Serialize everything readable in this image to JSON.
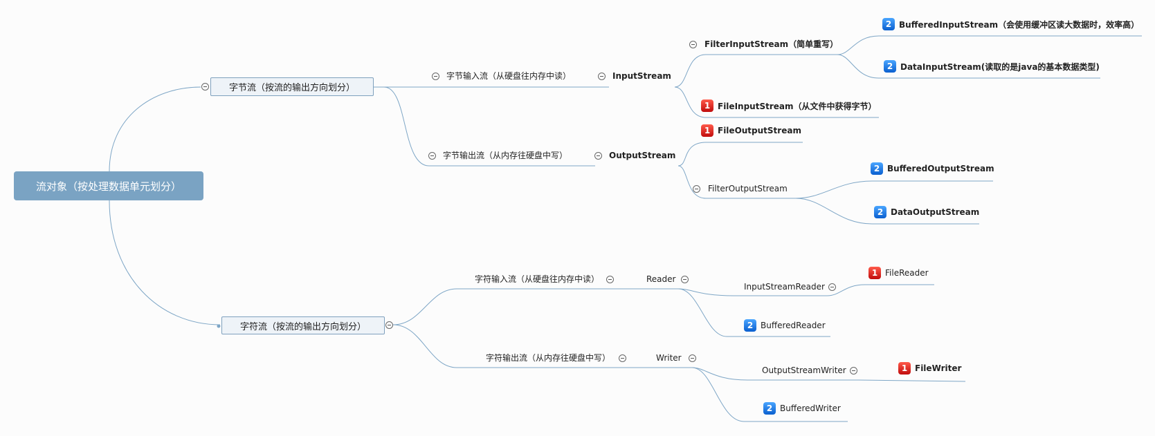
{
  "root": "流对象（按处理数据单元划分）",
  "byte": {
    "label": "字节流（按流的输出方向划分）",
    "input": {
      "label": "字节输入流（从硬盘往内存中读）",
      "class": "InputStream",
      "filter": {
        "label": "FilterInputStream（简单重写）",
        "children": [
          {
            "priority": "2",
            "label": "BufferedInputStream（会使用缓冲区读大数据时，效率高）"
          },
          {
            "priority": "2",
            "label": "DataInputStream(读取的是java的基本数据类型)"
          }
        ]
      },
      "file": {
        "priority": "1",
        "label": "FileInputStream（从文件中获得字节）"
      }
    },
    "output": {
      "label": "字节输出流（从内存往硬盘中写）",
      "class": "OutputStream",
      "file": {
        "priority": "1",
        "label": "FileOutputStream"
      },
      "filter": {
        "label": "FilterOutputStream",
        "children": [
          {
            "priority": "2",
            "label": "BufferedOutputStream"
          },
          {
            "priority": "2",
            "label": "DataOutputStream"
          }
        ]
      }
    }
  },
  "char": {
    "label": "字符流（按流的输出方向划分）",
    "input": {
      "label": "字符输入流（从硬盘往内存中读）",
      "class": "Reader",
      "bridge": {
        "label": "InputStreamReader",
        "child": {
          "priority": "1",
          "label": "FileReader"
        }
      },
      "buffered": {
        "priority": "2",
        "label": "BufferedReader"
      }
    },
    "output": {
      "label": "字符输出流（从内存往硬盘中写）",
      "class": "Writer",
      "bridge": {
        "label": "OutputStreamWriter",
        "child": {
          "priority": "1",
          "label": "FileWriter"
        }
      },
      "buffered": {
        "priority": "2",
        "label": "BufferedWriter"
      }
    }
  },
  "colors": {
    "line": "#7ea6c6",
    "root_bg": "#7aa3c3",
    "box_bg": "#eef3f8"
  }
}
